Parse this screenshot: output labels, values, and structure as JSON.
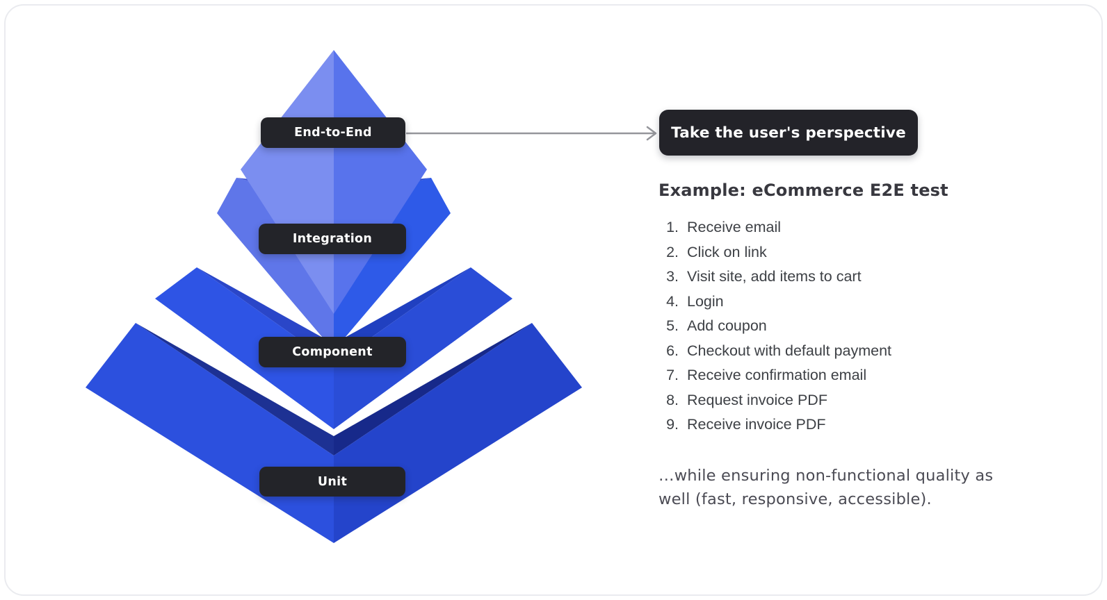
{
  "pyramid": {
    "tiers": [
      {
        "label": "End-to-End",
        "face_left": "#7b8ef0",
        "face_right": "#5873ec",
        "band_left": "none",
        "band_right": "none"
      },
      {
        "label": "Integration",
        "face_left": "#5f76e9",
        "face_right": "#2e5ae8",
        "band_left": "#3e53d3",
        "band_right": "#2847cd"
      },
      {
        "label": "Component",
        "face_left": "#2e54e5",
        "face_right": "#2a4dd7",
        "band_left": "#2a46c8",
        "band_right": "#2040c0"
      },
      {
        "label": "Unit",
        "face_left": "#2c50de",
        "face_right": "#2444cb",
        "band_left": "#1d3193",
        "band_right": "#17298a"
      }
    ],
    "label_bg": "#232429",
    "label_text_color": "#ffffff"
  },
  "callout": {
    "text": "Take the user's perspective",
    "bg": "#232329",
    "arrow_color": "#95969b"
  },
  "example": {
    "heading": "Example: eCommerce E2E test",
    "steps": [
      "Receive email",
      "Click on link",
      "Visit site, add items to cart",
      "Login",
      "Add coupon",
      "Checkout with default payment",
      "Receive confirmation email",
      "Request invoice PDF",
      "Receive invoice PDF"
    ],
    "footnote": "…while ensuring non-functional quality as well (fast, responsive, accessible)."
  }
}
